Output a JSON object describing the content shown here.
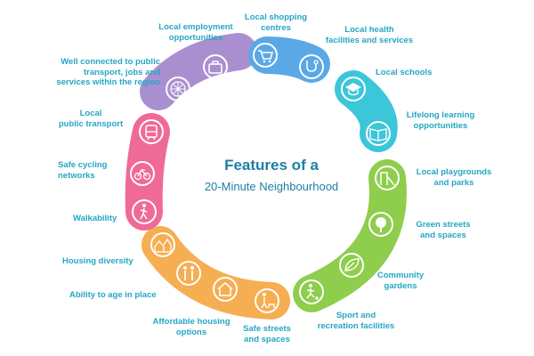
{
  "title": {
    "line1": "Features of a",
    "line2": "20-Minute Neighbourhood"
  },
  "colors": {
    "text": "#25a6c4",
    "title": "#1d7fa3",
    "purple": "#a98fd0",
    "blue": "#5aa8e6",
    "teal": "#3cc6d9",
    "green": "#8fcd4c",
    "orange": "#f6ae52",
    "pink": "#ef6a97"
  },
  "features": [
    {
      "id": "employment",
      "label_lines": [
        "Local employment",
        "opportunities"
      ],
      "icon": "briefcase-icon"
    },
    {
      "id": "connected",
      "label_lines": [
        "Well connected to public",
        "transport, jobs and",
        "services within the region"
      ],
      "icon": "network-globe-icon"
    },
    {
      "id": "shopping",
      "label_lines": [
        "Local shopping",
        "centres"
      ],
      "icon": "shopping-cart-icon"
    },
    {
      "id": "health",
      "label_lines": [
        "Local health",
        "facilities and services"
      ],
      "icon": "stethoscope-icon"
    },
    {
      "id": "schools",
      "label_lines": [
        "Local schools"
      ],
      "icon": "graduation-cap-icon"
    },
    {
      "id": "learning",
      "label_lines": [
        "Lifelong learning",
        "opportunities"
      ],
      "icon": "open-book-icon"
    },
    {
      "id": "playgrounds",
      "label_lines": [
        "Local playgrounds",
        "and parks"
      ],
      "icon": "playground-icon"
    },
    {
      "id": "green",
      "label_lines": [
        "Green streets",
        "and spaces"
      ],
      "icon": "tree-icon"
    },
    {
      "id": "gardens",
      "label_lines": [
        "Community",
        "gardens"
      ],
      "icon": "leaf-icon"
    },
    {
      "id": "sport",
      "label_lines": [
        "Sport and",
        "recreation facilities"
      ],
      "icon": "soccer-player-icon"
    },
    {
      "id": "safe",
      "label_lines": [
        "Safe streets",
        "and spaces"
      ],
      "icon": "person-with-dog-icon"
    },
    {
      "id": "affordable",
      "label_lines": [
        "Affordable housing",
        "options"
      ],
      "icon": "house-icon"
    },
    {
      "id": "age",
      "label_lines": [
        "Ability to age in place"
      ],
      "icon": "elderly-couple-icon"
    },
    {
      "id": "diversity",
      "label_lines": [
        "Housing diversity"
      ],
      "icon": "houses-icon"
    },
    {
      "id": "walk",
      "label_lines": [
        "Walkability"
      ],
      "icon": "walking-person-icon"
    },
    {
      "id": "cycling",
      "label_lines": [
        "Safe cycling",
        "networks"
      ],
      "icon": "bicycle-icon"
    },
    {
      "id": "transport",
      "label_lines": [
        "Local",
        "public transport"
      ],
      "icon": "tram-icon"
    }
  ]
}
